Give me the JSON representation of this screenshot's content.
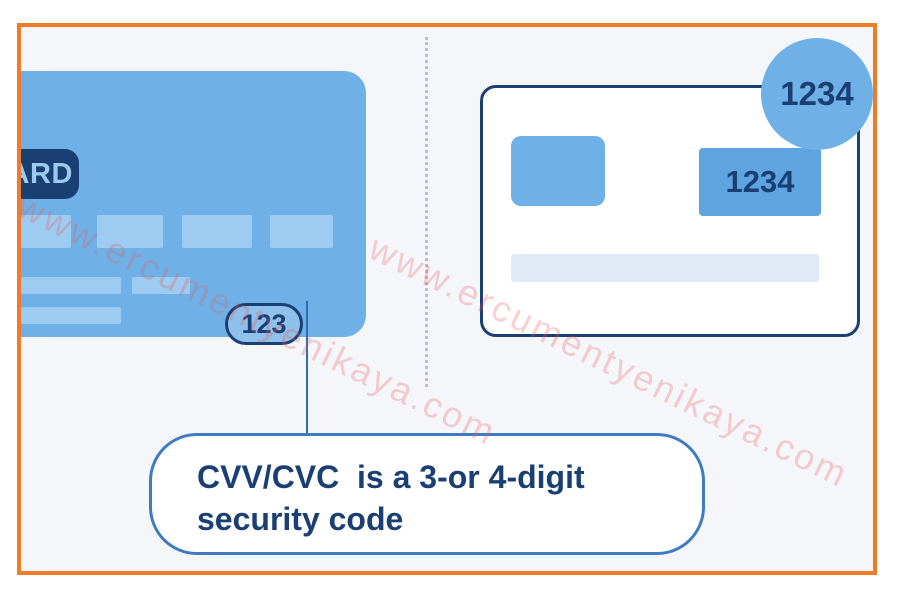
{
  "card_front": {
    "badge": "CARD",
    "cvv": "123"
  },
  "card_back": {
    "code": "1234",
    "bubble_code": "1234"
  },
  "callout": {
    "line1": "CVV/CVC  is a 3-or 4-digit",
    "line2": "security code"
  },
  "watermark": "www.ercumentyenikaya.com",
  "colors": {
    "border": "#f07c2a",
    "card_blue": "#6fb1e6",
    "navy": "#1a3f73",
    "outline": "#3d7cc0",
    "background": "#f4f6fa"
  }
}
